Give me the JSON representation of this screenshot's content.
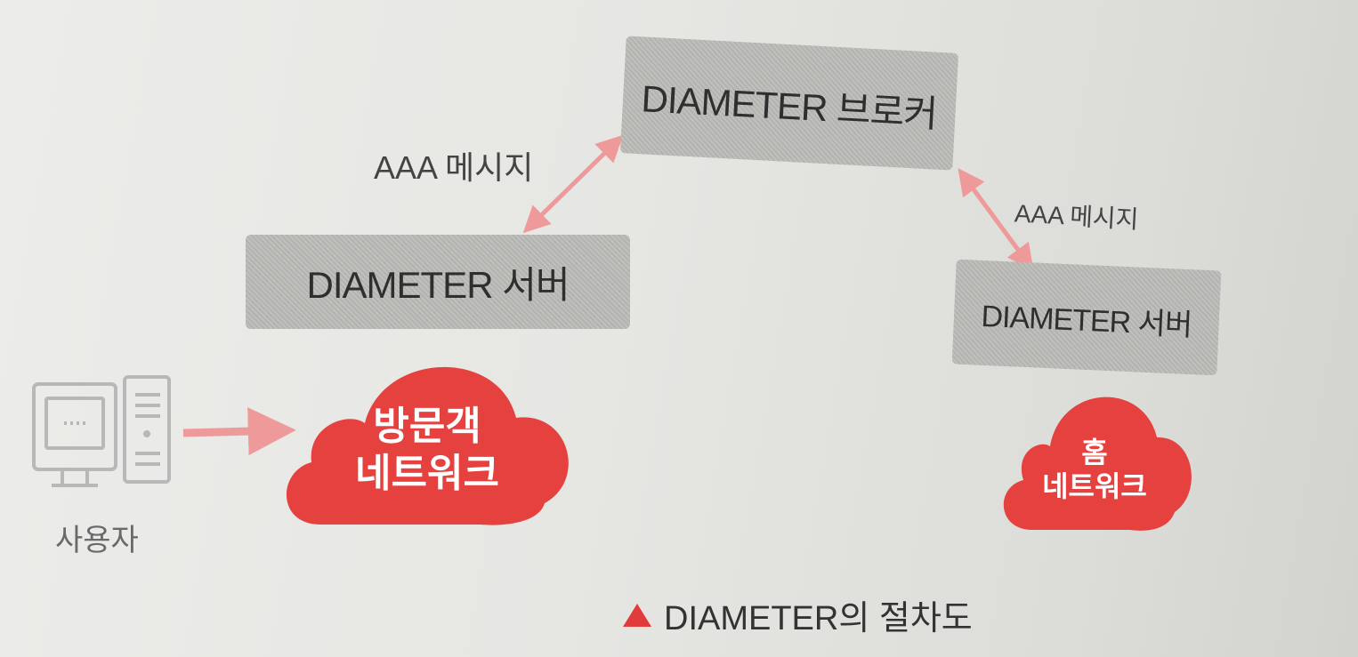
{
  "nodes": {
    "broker": "DIAMETER 브로커",
    "server_left": "DIAMETER 서버",
    "server_right": "DIAMETER 서버"
  },
  "labels": {
    "aaa_left": "AAA 메시지",
    "aaa_right": "AAA 메시지",
    "user": "사용자"
  },
  "clouds": {
    "visited_line1": "방문객",
    "visited_line2": "네트워크",
    "home_line1": "홈",
    "home_line2": "네트워크"
  },
  "caption": "DIAMETER의 절차도",
  "colors": {
    "cloud_red": "#e5413f",
    "arrow_pink": "#ee9a9a",
    "box_gray": "#b9b9b6",
    "caption_triangle": "#e23b3b"
  }
}
